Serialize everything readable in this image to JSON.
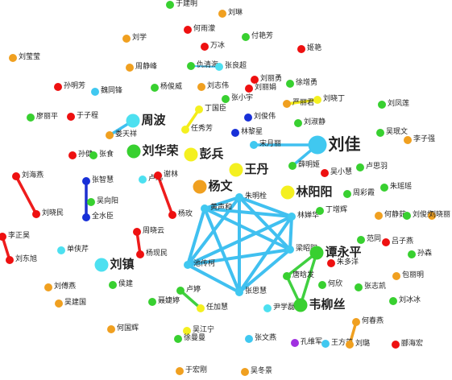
{
  "colors": {
    "green": "#38d030",
    "orange": "#f0a020",
    "red": "#ee1010",
    "cyan": "#4de0f0",
    "sky": "#40c8f0",
    "blue": "#1830d8",
    "yellow": "#f4f020",
    "purple": "#a030e0",
    "edge_cyan": "#40c0f0",
    "edge_red": "#ee1c1c",
    "edge_blue": "#1e30d0",
    "edge_green": "#40d040",
    "edge_yellow": "#f4ec18",
    "edge_orange": "#f0a020"
  },
  "nodes": [
    {
      "id": "n1",
      "label": "于建明",
      "color": "green",
      "size": "s"
    },
    {
      "id": "n2",
      "label": "刘琳",
      "color": "orange",
      "size": "s"
    },
    {
      "id": "n3",
      "label": "何雨濛",
      "color": "red",
      "size": "s"
    },
    {
      "id": "n4",
      "label": "刘学",
      "color": "orange",
      "size": "s"
    },
    {
      "id": "n5",
      "label": "万冰",
      "color": "red",
      "size": "s"
    },
    {
      "id": "n6",
      "label": "付艳芳",
      "color": "green",
      "size": "s"
    },
    {
      "id": "n7",
      "label": "姬艳",
      "color": "red",
      "size": "s"
    },
    {
      "id": "n8",
      "label": "刘莹莹",
      "color": "orange",
      "size": "s"
    },
    {
      "id": "n9",
      "label": "周静峰",
      "color": "orange",
      "size": "s"
    },
    {
      "id": "n10",
      "label": "仇清海",
      "color": "green",
      "size": "s"
    },
    {
      "id": "n11",
      "label": "张良超",
      "color": "cyan",
      "size": "s"
    },
    {
      "id": "n12",
      "label": "刘丽勇",
      "color": "red",
      "size": "s"
    },
    {
      "id": "n13",
      "label": "徐增勇",
      "color": "green",
      "size": "s"
    },
    {
      "id": "n14",
      "label": "孙明芳",
      "color": "red",
      "size": "s"
    },
    {
      "id": "n15",
      "label": "魏同锋",
      "color": "sky",
      "size": "s"
    },
    {
      "id": "n16",
      "label": "杨俊威",
      "color": "green",
      "size": "s"
    },
    {
      "id": "n17",
      "label": "刘志伟",
      "color": "orange",
      "size": "s"
    },
    {
      "id": "n18",
      "label": "刘丽娟",
      "color": "red",
      "size": "s"
    },
    {
      "id": "n19",
      "label": "张小宇",
      "color": "green",
      "size": "s"
    },
    {
      "id": "n20",
      "label": "严丽君",
      "color": "orange",
      "size": "s"
    },
    {
      "id": "n21",
      "label": "刘晓丁",
      "color": "yellow",
      "size": "s"
    },
    {
      "id": "n22",
      "label": "刘凤莲",
      "color": "green",
      "size": "s"
    },
    {
      "id": "n23",
      "label": "廖丽平",
      "color": "green",
      "size": "s"
    },
    {
      "id": "n24",
      "label": "于子程",
      "color": "red",
      "size": "s"
    },
    {
      "id": "n25",
      "label": "丁国臣",
      "color": "yellow",
      "size": "s"
    },
    {
      "id": "n26",
      "label": "刘俊伟",
      "color": "blue",
      "size": "s"
    },
    {
      "id": "n27",
      "label": "刘淑静",
      "color": "green",
      "size": "s"
    },
    {
      "id": "n28",
      "label": "周波",
      "color": "cyan",
      "size": "l"
    },
    {
      "id": "n29",
      "label": "娄天祥",
      "color": "orange",
      "size": "s"
    },
    {
      "id": "n30",
      "label": "任秀芳",
      "color": "yellow",
      "size": "s"
    },
    {
      "id": "n31",
      "label": "林黎星",
      "color": "blue",
      "size": "s"
    },
    {
      "id": "n32",
      "label": "刘佳",
      "color": "sky",
      "size": "xl"
    },
    {
      "id": "n33",
      "label": "吴珉文",
      "color": "green",
      "size": "s"
    },
    {
      "id": "n34",
      "label": "李子强",
      "color": "orange",
      "size": "s"
    },
    {
      "id": "n35",
      "label": "孙健",
      "color": "red",
      "size": "s"
    },
    {
      "id": "n36",
      "label": "张食",
      "color": "green",
      "size": "s"
    },
    {
      "id": "n37",
      "label": "刘华荣",
      "color": "green",
      "size": "l"
    },
    {
      "id": "n38",
      "label": "彭兵",
      "color": "yellow",
      "size": "l"
    },
    {
      "id": "n39",
      "label": "宋月丽",
      "color": "sky",
      "size": "s"
    },
    {
      "id": "n40",
      "label": "薛明姬",
      "color": "green",
      "size": "s"
    },
    {
      "id": "n41",
      "label": "王丹",
      "color": "yellow",
      "size": "l"
    },
    {
      "id": "n42",
      "label": "刘海燕",
      "color": "red",
      "size": "s"
    },
    {
      "id": "n43",
      "label": "张智慧",
      "color": "blue",
      "size": "s"
    },
    {
      "id": "n44",
      "label": "卢玮",
      "color": "cyan",
      "size": "s"
    },
    {
      "id": "n45",
      "label": "谢林",
      "color": "red",
      "size": "s"
    },
    {
      "id": "n46",
      "label": "杨文",
      "color": "orange",
      "size": "l"
    },
    {
      "id": "n47",
      "label": "吴小慧",
      "color": "red",
      "size": "s"
    },
    {
      "id": "n48",
      "label": "卢思羽",
      "color": "green",
      "size": "s"
    },
    {
      "id": "n49",
      "label": "朱瑶瑶",
      "color": "green",
      "size": "s"
    },
    {
      "id": "n50",
      "label": "吴向阳",
      "color": "green",
      "size": "s"
    },
    {
      "id": "n51",
      "label": "朱明栓",
      "color": "sky",
      "size": "s"
    },
    {
      "id": "n52",
      "label": "黄声和",
      "color": "sky",
      "size": "s"
    },
    {
      "id": "n53",
      "label": "林阳阳",
      "color": "yellow",
      "size": "l"
    },
    {
      "id": "n54",
      "label": "周彩霞",
      "color": "green",
      "size": "s"
    },
    {
      "id": "n55",
      "label": "刘晓民",
      "color": "red",
      "size": "s"
    },
    {
      "id": "n56",
      "label": "全水臣",
      "color": "blue",
      "size": "s"
    },
    {
      "id": "n57",
      "label": "杨玫",
      "color": "red",
      "size": "s"
    },
    {
      "id": "n58",
      "label": "林婵华",
      "color": "sky",
      "size": "s"
    },
    {
      "id": "n59",
      "label": "丁增辉",
      "color": "green",
      "size": "s"
    },
    {
      "id": "n60",
      "label": "何静茹",
      "color": "orange",
      "size": "s"
    },
    {
      "id": "n61",
      "label": "刘俊红",
      "color": "green",
      "size": "s"
    },
    {
      "id": "n62",
      "label": "刘晓丽",
      "color": "orange",
      "size": "s"
    },
    {
      "id": "n63",
      "label": "李正昊",
      "color": "red",
      "size": "s"
    },
    {
      "id": "n64",
      "label": "刘东旭",
      "color": "red",
      "size": "s"
    },
    {
      "id": "n65",
      "label": "周晓云",
      "color": "red",
      "size": "s"
    },
    {
      "id": "n66",
      "label": "单侠芹",
      "color": "cyan",
      "size": "s"
    },
    {
      "id": "n67",
      "label": "刘镇",
      "color": "cyan",
      "size": "l"
    },
    {
      "id": "n68",
      "label": "杨现民",
      "color": "red",
      "size": "s"
    },
    {
      "id": "n69",
      "label": "范同",
      "color": "green",
      "size": "s"
    },
    {
      "id": "n70",
      "label": "吕子燕",
      "color": "red",
      "size": "s"
    },
    {
      "id": "n71",
      "label": "孙森",
      "color": "green",
      "size": "s"
    },
    {
      "id": "n72",
      "label": "梁昭阳",
      "color": "sky",
      "size": "s"
    },
    {
      "id": "n73",
      "label": "谭永平",
      "color": "green",
      "size": "l"
    },
    {
      "id": "n74",
      "label": "池传柯",
      "color": "sky",
      "size": "s"
    },
    {
      "id": "n75",
      "label": "朱多洋",
      "color": "red",
      "size": "s"
    },
    {
      "id": "n76",
      "label": "唐晗发",
      "color": "green",
      "size": "s"
    },
    {
      "id": "n77",
      "label": "包丽明",
      "color": "orange",
      "size": "s"
    },
    {
      "id": "n78",
      "label": "何欣",
      "color": "green",
      "size": "s"
    },
    {
      "id": "n79",
      "label": "张志凯",
      "color": "green",
      "size": "s"
    },
    {
      "id": "n80",
      "label": "刘傅燕",
      "color": "orange",
      "size": "s"
    },
    {
      "id": "n81",
      "label": "侯建",
      "color": "green",
      "size": "s"
    },
    {
      "id": "n82",
      "label": "卢婷",
      "color": "green",
      "size": "s"
    },
    {
      "id": "n83",
      "label": "聂婕婷",
      "color": "green",
      "size": "s"
    },
    {
      "id": "n84",
      "label": "张思慧",
      "color": "sky",
      "size": "s"
    },
    {
      "id": "n85",
      "label": "韦柳丝",
      "color": "green",
      "size": "l"
    },
    {
      "id": "n86",
      "label": "刘冰冰",
      "color": "green",
      "size": "s"
    },
    {
      "id": "n87",
      "label": "吴建国",
      "color": "orange",
      "size": "s"
    },
    {
      "id": "n88",
      "label": "任加慧",
      "color": "yellow",
      "size": "s"
    },
    {
      "id": "n89",
      "label": "尹学磊",
      "color": "cyan",
      "size": "s"
    },
    {
      "id": "n90",
      "label": "何国辉",
      "color": "orange",
      "size": "s"
    },
    {
      "id": "n91",
      "label": "吴江宁",
      "color": "yellow",
      "size": "s"
    },
    {
      "id": "n92",
      "label": "何春燕",
      "color": "orange",
      "size": "s"
    },
    {
      "id": "n93",
      "label": "徐曼曼",
      "color": "green",
      "size": "s"
    },
    {
      "id": "n94",
      "label": "张文燕",
      "color": "sky",
      "size": "s"
    },
    {
      "id": "n95",
      "label": "孔维军",
      "color": "purple",
      "size": "s"
    },
    {
      "id": "n96",
      "label": "王方芳",
      "color": "sky",
      "size": "s"
    },
    {
      "id": "n97",
      "label": "刘璐",
      "color": "orange",
      "size": "s"
    },
    {
      "id": "n98",
      "label": "郦海宏",
      "color": "red",
      "size": "s"
    },
    {
      "id": "n99",
      "label": "于宏刚",
      "color": "orange",
      "size": "s"
    },
    {
      "id": "n100",
      "label": "吴冬景",
      "color": "orange",
      "size": "s"
    }
  ],
  "edges": [
    {
      "a": "n52",
      "b": "n51",
      "color": "edge_cyan",
      "w": "thick"
    },
    {
      "a": "n52",
      "b": "n58",
      "color": "edge_cyan",
      "w": "thick"
    },
    {
      "a": "n52",
      "b": "n72",
      "color": "edge_cyan",
      "w": "thick"
    },
    {
      "a": "n52",
      "b": "n74",
      "color": "edge_cyan",
      "w": "thick"
    },
    {
      "a": "n52",
      "b": "n84",
      "color": "edge_cyan",
      "w": "thick"
    },
    {
      "a": "n51",
      "b": "n58",
      "color": "edge_cyan",
      "w": "thick"
    },
    {
      "a": "n51",
      "b": "n72",
      "color": "edge_cyan",
      "w": "thick"
    },
    {
      "a": "n51",
      "b": "n74",
      "color": "edge_cyan",
      "w": "thick"
    },
    {
      "a": "n51",
      "b": "n84",
      "color": "edge_cyan",
      "w": "thick"
    },
    {
      "a": "n58",
      "b": "n72",
      "color": "edge_cyan",
      "w": "thick"
    },
    {
      "a": "n58",
      "b": "n74",
      "color": "edge_cyan",
      "w": "thick"
    },
    {
      "a": "n58",
      "b": "n84",
      "color": "edge_cyan",
      "w": "thick"
    },
    {
      "a": "n72",
      "b": "n74",
      "color": "edge_cyan",
      "w": "thick"
    },
    {
      "a": "n72",
      "b": "n84",
      "color": "edge_cyan",
      "w": "thick"
    },
    {
      "a": "n74",
      "b": "n84",
      "color": "edge_cyan",
      "w": "thick"
    },
    {
      "a": "n28",
      "b": "n29",
      "color": "edge_cyan",
      "w": "mid"
    },
    {
      "a": "n32",
      "b": "n39",
      "color": "edge_cyan",
      "w": "mid"
    },
    {
      "a": "n32",
      "b": "n40",
      "color": "edge_cyan",
      "w": "mid"
    },
    {
      "a": "n10",
      "b": "n11",
      "color": "edge_cyan",
      "w": "thin"
    },
    {
      "a": "n43",
      "b": "n56",
      "color": "edge_blue",
      "w": "mid"
    },
    {
      "a": "n42",
      "b": "n55",
      "color": "edge_red",
      "w": "mid"
    },
    {
      "a": "n45",
      "b": "n57",
      "color": "edge_red",
      "w": "mid"
    },
    {
      "a": "n63",
      "b": "n64",
      "color": "edge_red",
      "w": "mid"
    },
    {
      "a": "n65",
      "b": "n68",
      "color": "edge_red",
      "w": "mid"
    },
    {
      "a": "n73",
      "b": "n76",
      "color": "edge_green",
      "w": "mid"
    },
    {
      "a": "n73",
      "b": "n85",
      "color": "edge_green",
      "w": "mid"
    },
    {
      "a": "n76",
      "b": "n85",
      "color": "edge_green",
      "w": "mid"
    },
    {
      "a": "n82",
      "b": "n88",
      "color": "edge_green",
      "w": "mid"
    },
    {
      "a": "n25",
      "b": "n30",
      "color": "edge_yellow",
      "w": "mid"
    },
    {
      "a": "n20",
      "b": "n21",
      "color": "edge_yellow",
      "w": "mid"
    },
    {
      "a": "n92",
      "b": "n97",
      "color": "edge_orange",
      "w": "mid"
    }
  ]
}
